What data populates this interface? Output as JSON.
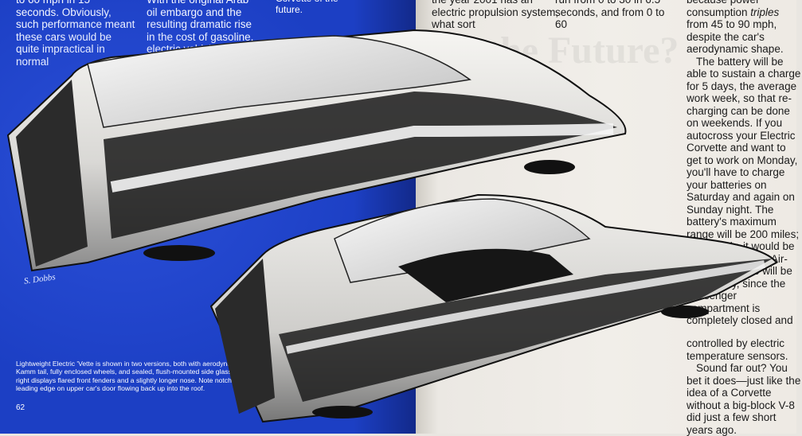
{
  "left_page": {
    "col1_text": "to 60 mph in 15 seconds. Obviously, such performance meant these cars would be quite impractical in normal",
    "col2_text": "With the original Arab oil embargo and the resulting dramatic rise in the cost of gasoline, electric vehicle",
    "col3_text": "Corvette of the future.",
    "caption": "Lightweight Electric 'Vette is shown in two versions, both with aerodynamic Kamm tail, fully enclosed wheels, and sealed, flush-mounted side glass. Car at right displays flared front fenders and a slightly longer nose. Note notched leading edge on upper car's door flowing back up into the roof.",
    "page_number": "62",
    "signature": "S. Dobbs"
  },
  "right_page": {
    "ghost_title": "the Future?",
    "col1_text": "the year 2001 has an electric propulsion system, what sort",
    "col2_text": "run from 0 to 30 in 6.5 seconds, and from 0 to 60",
    "col3_before": "because power consumption ",
    "col3_em": "triples",
    "col3_after": " from 45 to 90 mph, despite the car's aerodynamic shape.",
    "col3_para2": "The battery will be able to sustain a charge for 5 days, the average work week, so that re-charging can be done on weekends. If you autocross your Electric Corvette and want to get to work on Monday, you'll have to charge your batteries on Saturday and again on Sunday night. The battery's maximum range will be 200 miles; more likely, it would be 140 to 150 miles. Air-conditioner use will be mandatory, since the passenger compartment is completely closed and",
    "col4_para1": "controlled by electric temperature sensors.",
    "col4_para2": "Sound far out? You bet it does—just like the idea of a Corvette without a big-block V-8 did just a few short years ago."
  },
  "colors": {
    "left_background": "#1c3fc4",
    "right_background": "#f1eee9",
    "ink": "#1b1b1b"
  }
}
